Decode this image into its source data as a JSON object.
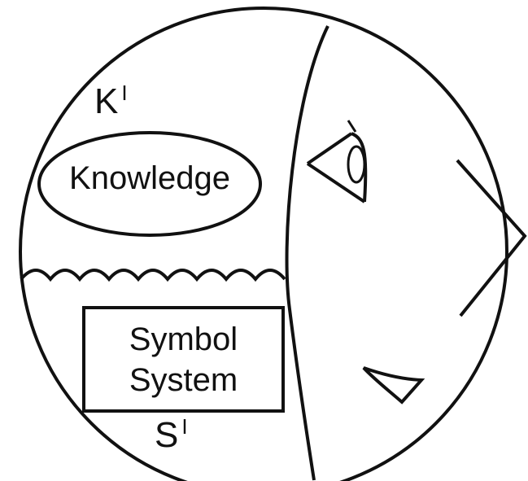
{
  "labels": {
    "k_letter": "K",
    "k_prime": "I",
    "s_letter": "S",
    "s_prime": "I"
  },
  "knowledge": {
    "text": "Knowledge"
  },
  "symbol_system": {
    "line1": "Symbol",
    "line2": "System"
  },
  "colors": {
    "ink": "#111111",
    "background": "#ffffff"
  },
  "icons": [
    "eye-icon",
    "wavy-boundary",
    "face-profile"
  ]
}
